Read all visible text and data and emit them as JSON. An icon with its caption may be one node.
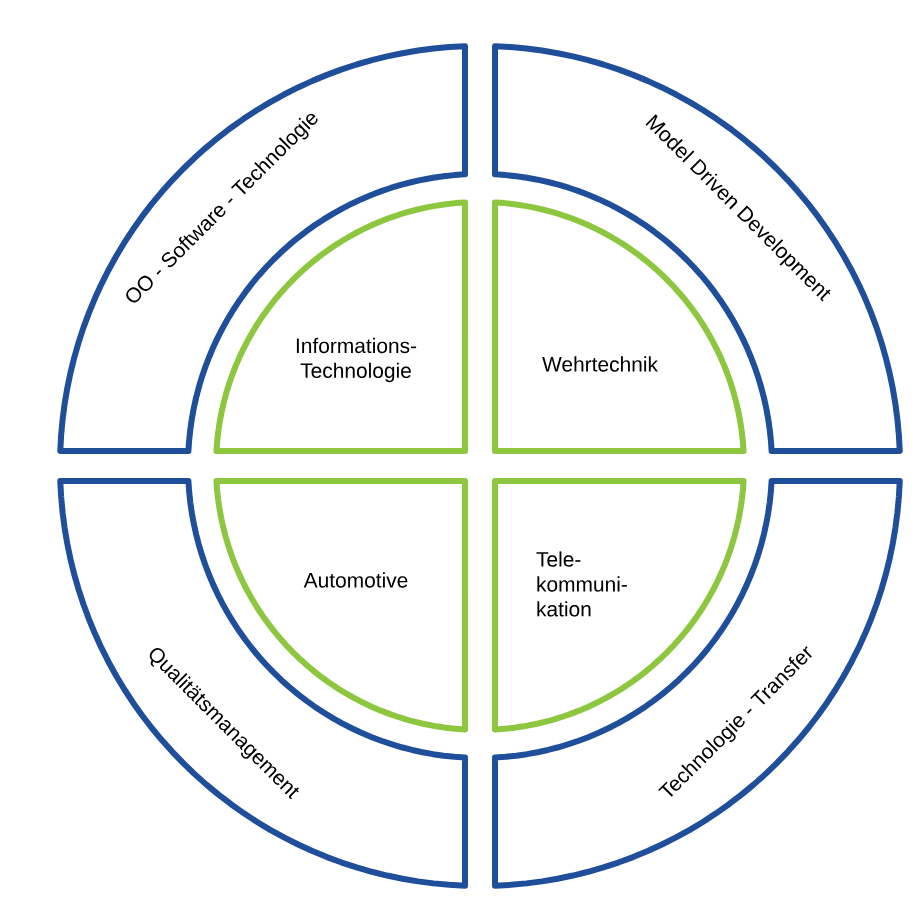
{
  "diagram": {
    "nodes": [
      {
        "text": [
          "OO - Software - Technologie"
        ]
      },
      {
        "text": [
          "Model Driven Development"
        ]
      },
      {
        "text": [
          "Informations- Technologie"
        ]
      },
      {
        "text": [
          "Wehrtechnik"
        ]
      },
      {
        "text": [
          "Automotive"
        ]
      },
      {
        "text": [
          "Tele- kommuni- kation"
        ]
      },
      {
        "text": [
          "Qualitätsmanagement"
        ]
      },
      {
        "text": [
          "Technologie - Transfer"
        ]
      }
    ]
  }
}
